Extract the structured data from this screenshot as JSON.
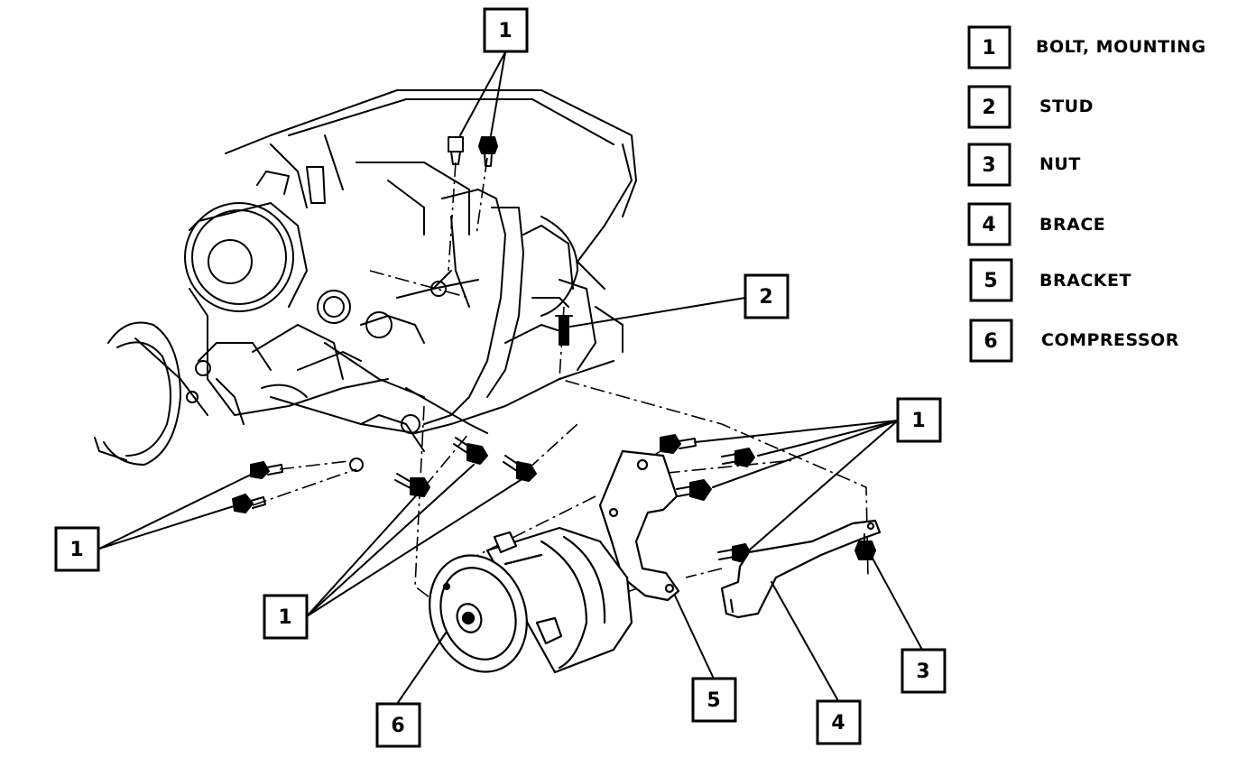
{
  "legend": [
    {
      "num": "1",
      "label": "BOLT, MOUNTING"
    },
    {
      "num": "2",
      "label": "STUD"
    },
    {
      "num": "3",
      "label": "NUT"
    },
    {
      "num": "4",
      "label": "BRACE"
    },
    {
      "num": "5",
      "label": "BRACKET"
    },
    {
      "num": "6",
      "label": "COMPRESSOR"
    }
  ],
  "callouts": {
    "bolt_top": "1",
    "stud": "2",
    "bolt_right": "1",
    "bolt_left": "1",
    "bolt_center": "1",
    "nut": "3",
    "brace": "4",
    "bracket": "5",
    "compressor": "6"
  }
}
